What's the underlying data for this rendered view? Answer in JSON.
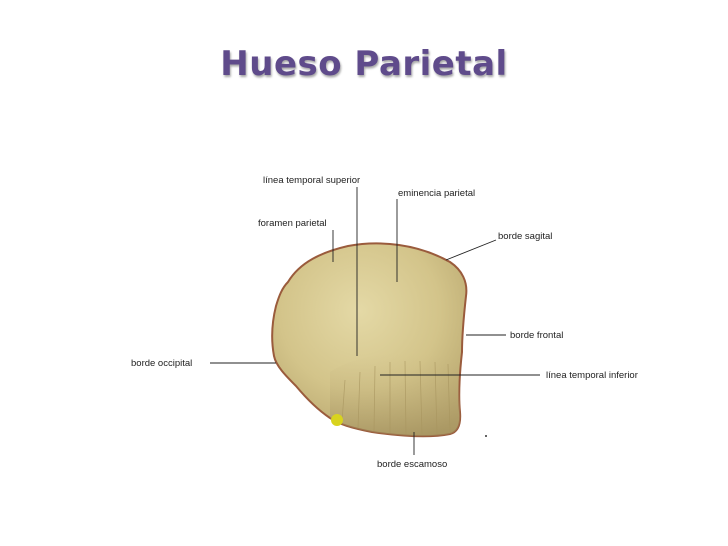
{
  "title": "Hueso Parietal",
  "labels": {
    "linea_temporal_superior": "línea temporal superior",
    "eminencia_parietal": "eminencia parietal",
    "foramen_parietal": "foramen parietal",
    "borde_sagital": "borde sagital",
    "borde_frontal": "borde frontal",
    "borde_occipital": "borde occipital",
    "linea_temporal_inferior": "línea temporal inferior",
    "borde_escamoso": "borde escamoso"
  },
  "colors": {
    "title": "#5f4b8b",
    "bone": "#d7c98e",
    "bone_shadow": "#b8a56a",
    "bone_edge": "#9a5b3c",
    "leader_line": "#222222"
  }
}
